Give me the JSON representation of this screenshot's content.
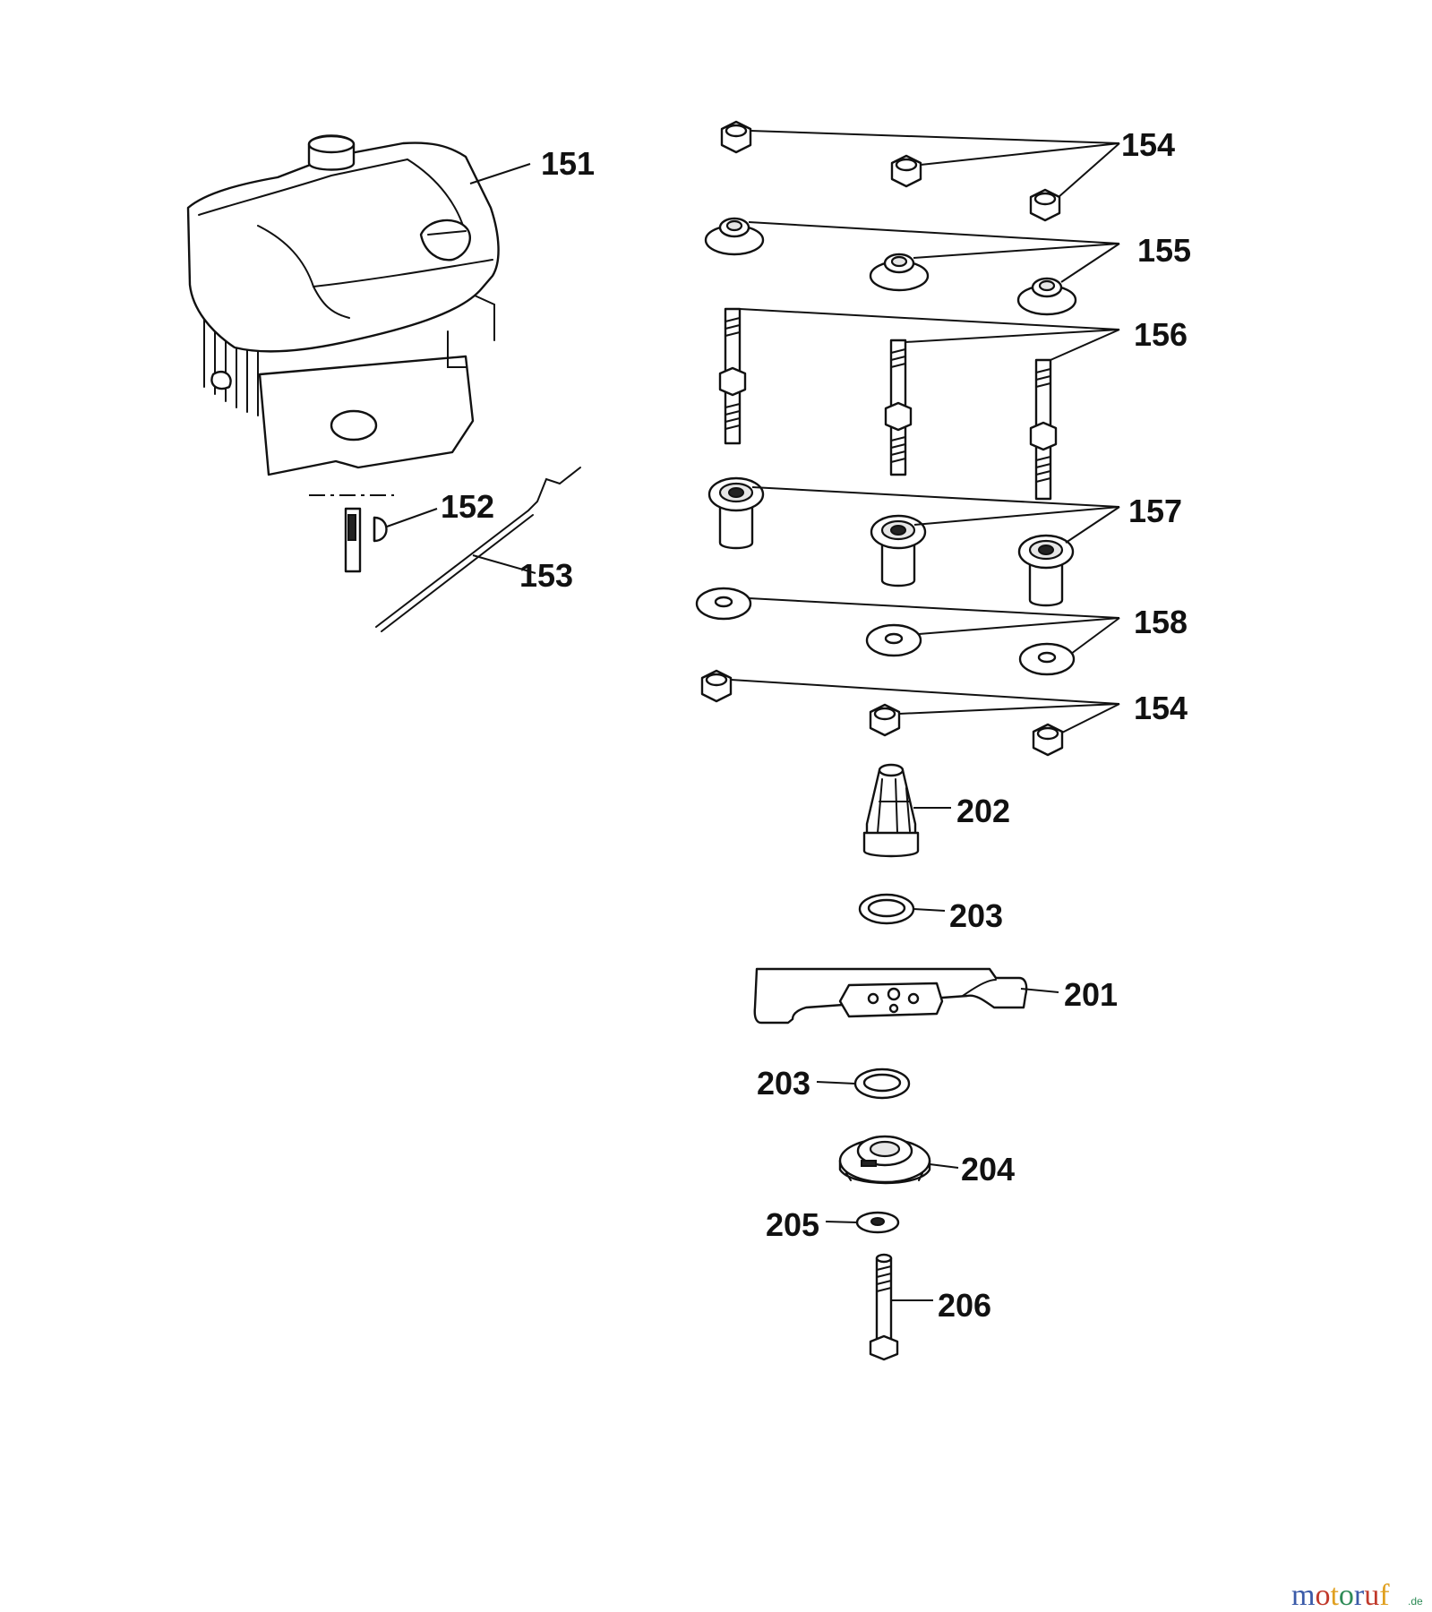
{
  "diagram": {
    "callouts": {
      "c151": "151",
      "c152": "152",
      "c153": "153",
      "c154a": "154",
      "c155": "155",
      "c156": "156",
      "c157": "157",
      "c158": "158",
      "c154b": "154",
      "c202": "202",
      "c203a": "203",
      "c201": "201",
      "c203b": "203",
      "c204": "204",
      "c205": "205",
      "c206": "206"
    }
  },
  "watermark": {
    "text": "motoruf",
    "suffix": ".de",
    "colors": [
      "#3a5aa8",
      "#c0392b",
      "#e0a020",
      "#2e8b57"
    ]
  }
}
